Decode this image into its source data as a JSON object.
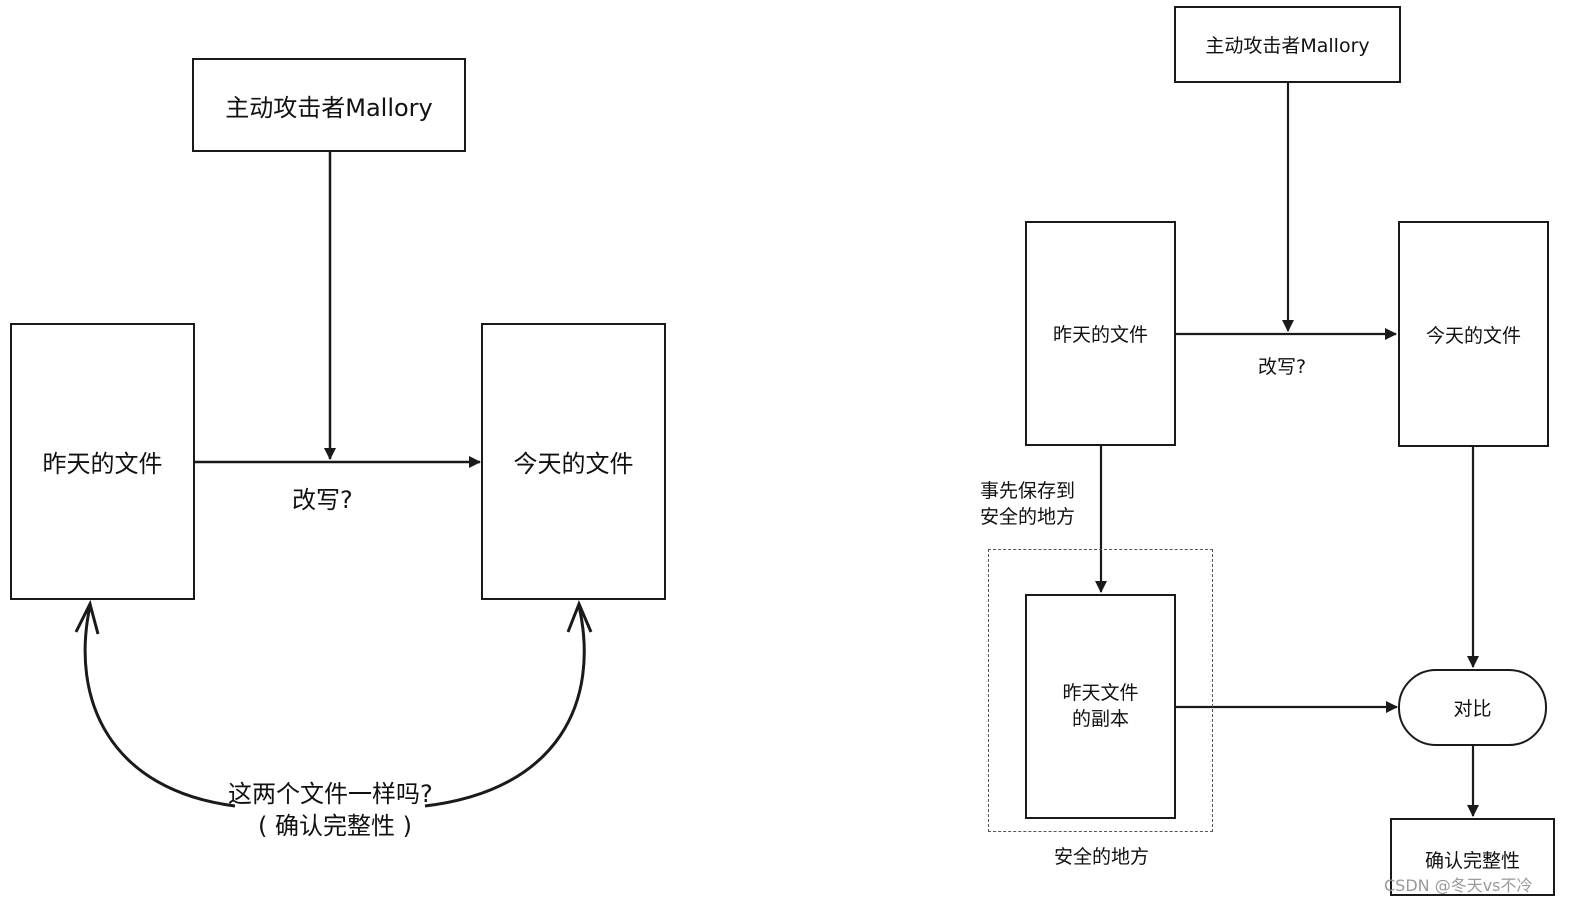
{
  "left": {
    "attacker": "主动攻击者Mallory",
    "yesterday": "昨天的文件",
    "today": "今天的文件",
    "rewrite": "改写?",
    "question_line1": "这两个文件一样吗?",
    "question_line2": "( 确认完整性 )"
  },
  "right": {
    "attacker": "主动攻击者Mallory",
    "yesterday": "昨天的文件",
    "today": "今天的文件",
    "rewrite": "改写?",
    "save_line1": "事先保存到",
    "save_line2": "安全的地方",
    "copy_line1": "昨天文件",
    "copy_line2": "的副本",
    "safe_place": "安全的地方",
    "compare": "对比",
    "confirm": "确认完整性"
  },
  "watermark": "CSDN @冬天vs不冷"
}
